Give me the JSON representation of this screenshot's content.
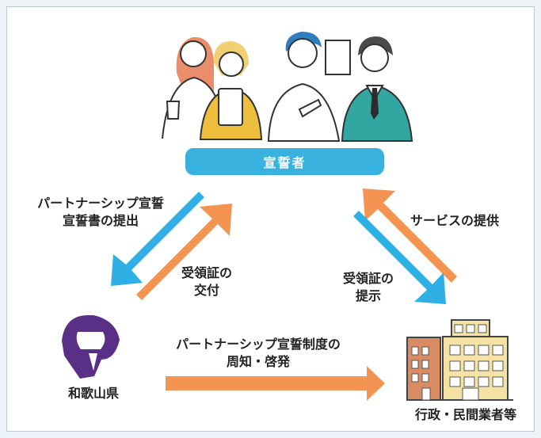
{
  "actor_label": "宣誓者",
  "flows": {
    "submit": "パートナーシップ宣誓\n宣誓書の提出",
    "issue": "受領証の\n交付",
    "present": "受領証の\n提示",
    "service": "サービスの提供",
    "publicize": "パートナーシップ宣誓制度の\n周知・啓発"
  },
  "prefecture_label": "和歌山県",
  "business_label": "行政・民間業者等",
  "colors": {
    "blue_arrow": "#2fb0e4",
    "orange_arrow": "#f39452",
    "bar": "#3ab2e0",
    "logo": "#5a2f86"
  },
  "icons": [
    "people-illustration",
    "prefecture-logo",
    "buildings-illustration"
  ]
}
